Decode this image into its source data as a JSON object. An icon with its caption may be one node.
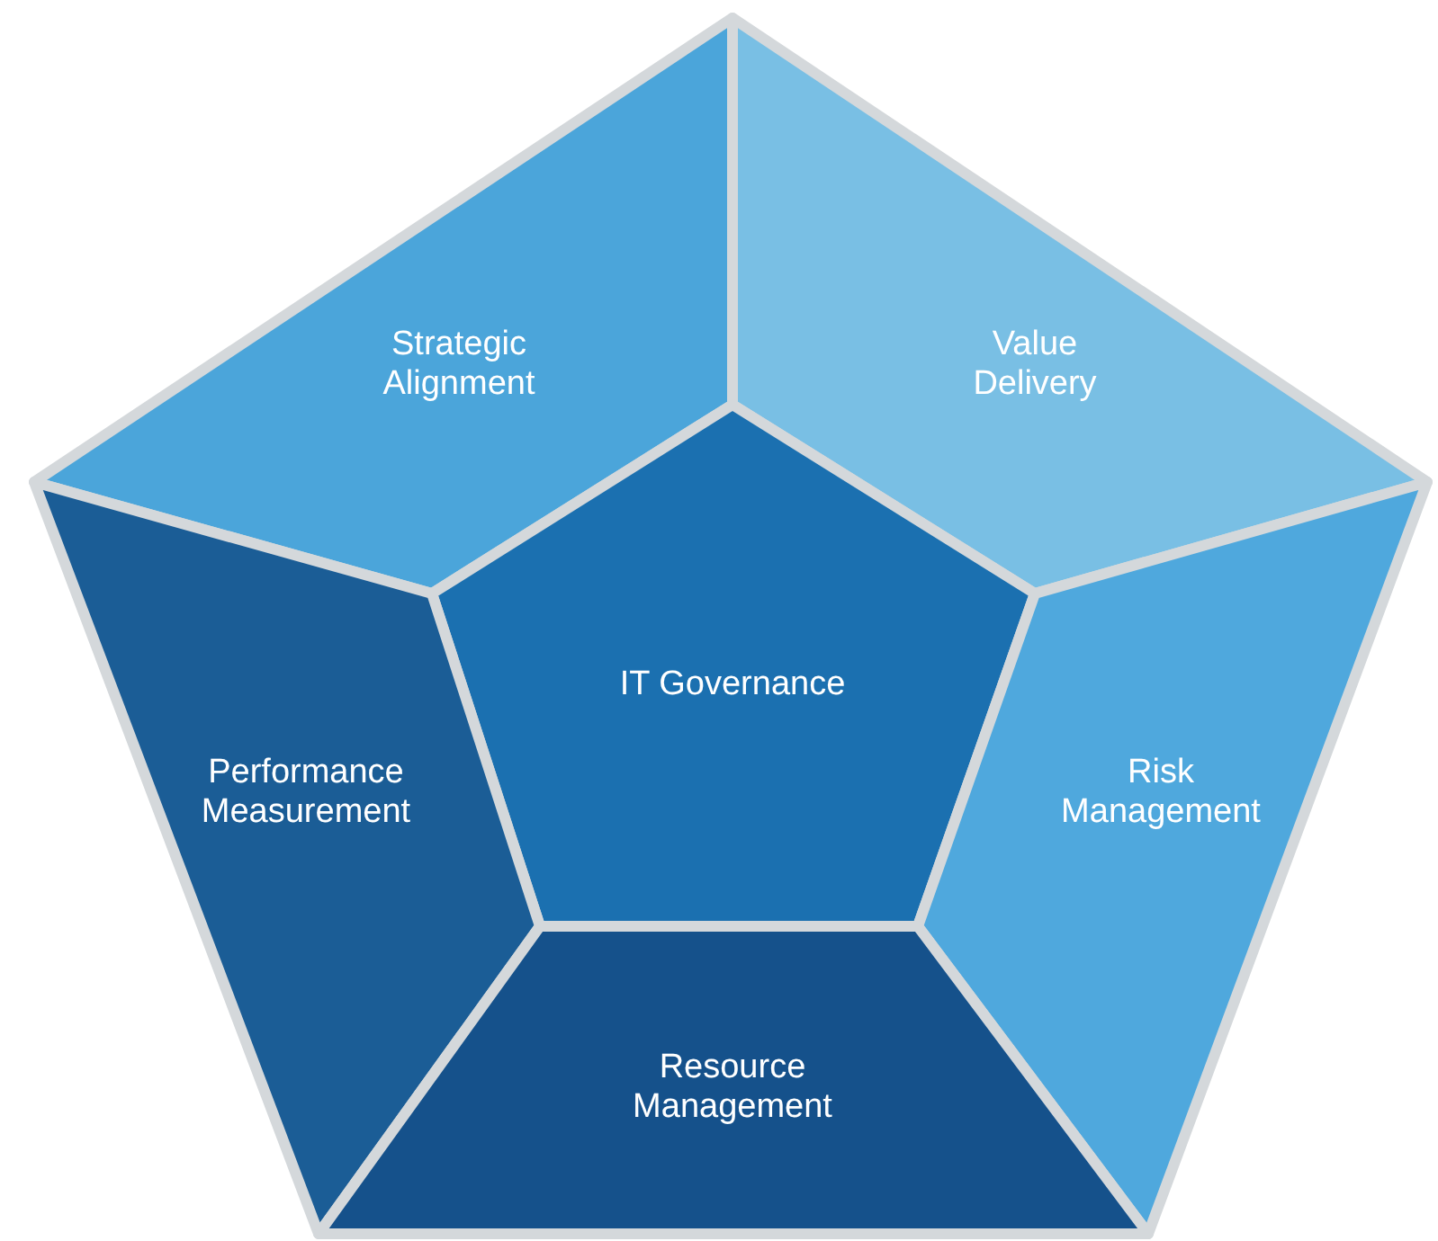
{
  "diagram": {
    "nodes": [
      {
        "text": [
          "Strategic Alignment"
        ]
      },
      {
        "text": [
          "Value Delivery"
        ]
      },
      {
        "text": [
          "IT Governance"
        ]
      },
      {
        "text": [
          "Performance Measurement"
        ]
      },
      {
        "text": [
          "Risk Management"
        ]
      },
      {
        "text": [
          "Resource Management"
        ]
      }
    ],
    "edges": []
  }
}
